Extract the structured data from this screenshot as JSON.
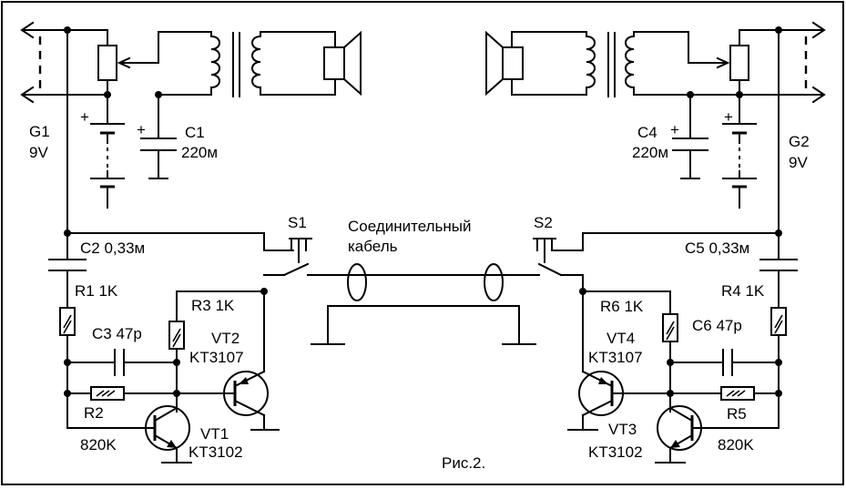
{
  "labels": {
    "g1_name": "G1",
    "g1_volt": "9V",
    "c1_name": "C1",
    "c1_val": "220м",
    "c4_name": "C4",
    "c4_val": "220м",
    "g2_name": "G2",
    "g2_volt": "9V",
    "s1": "S1",
    "s2": "S2",
    "cable_line1": "Соединительный",
    "cable_line2": "кабель",
    "c2": "C2 0,33м",
    "c5": "C5 0,33м",
    "r1": "R1 1K",
    "r4": "R4 1K",
    "r3": "R3 1K",
    "r6": "R6 1K",
    "c3": "C3 47р",
    "c6": "C6 47р",
    "vt2_name": "VT2",
    "vt2_type": "KT3107",
    "vt4_name": "VT4",
    "vt4_type": "KT3107",
    "r2_name": "R2",
    "r2_val": "820K",
    "r5_name": "R5",
    "r5_val": "820K",
    "vt1_name": "VT1",
    "vt1_type": "KT3102",
    "vt3_name": "VT3",
    "vt3_type": "KT3102",
    "caption": "Рис.2."
  },
  "polarity_mark": "+"
}
